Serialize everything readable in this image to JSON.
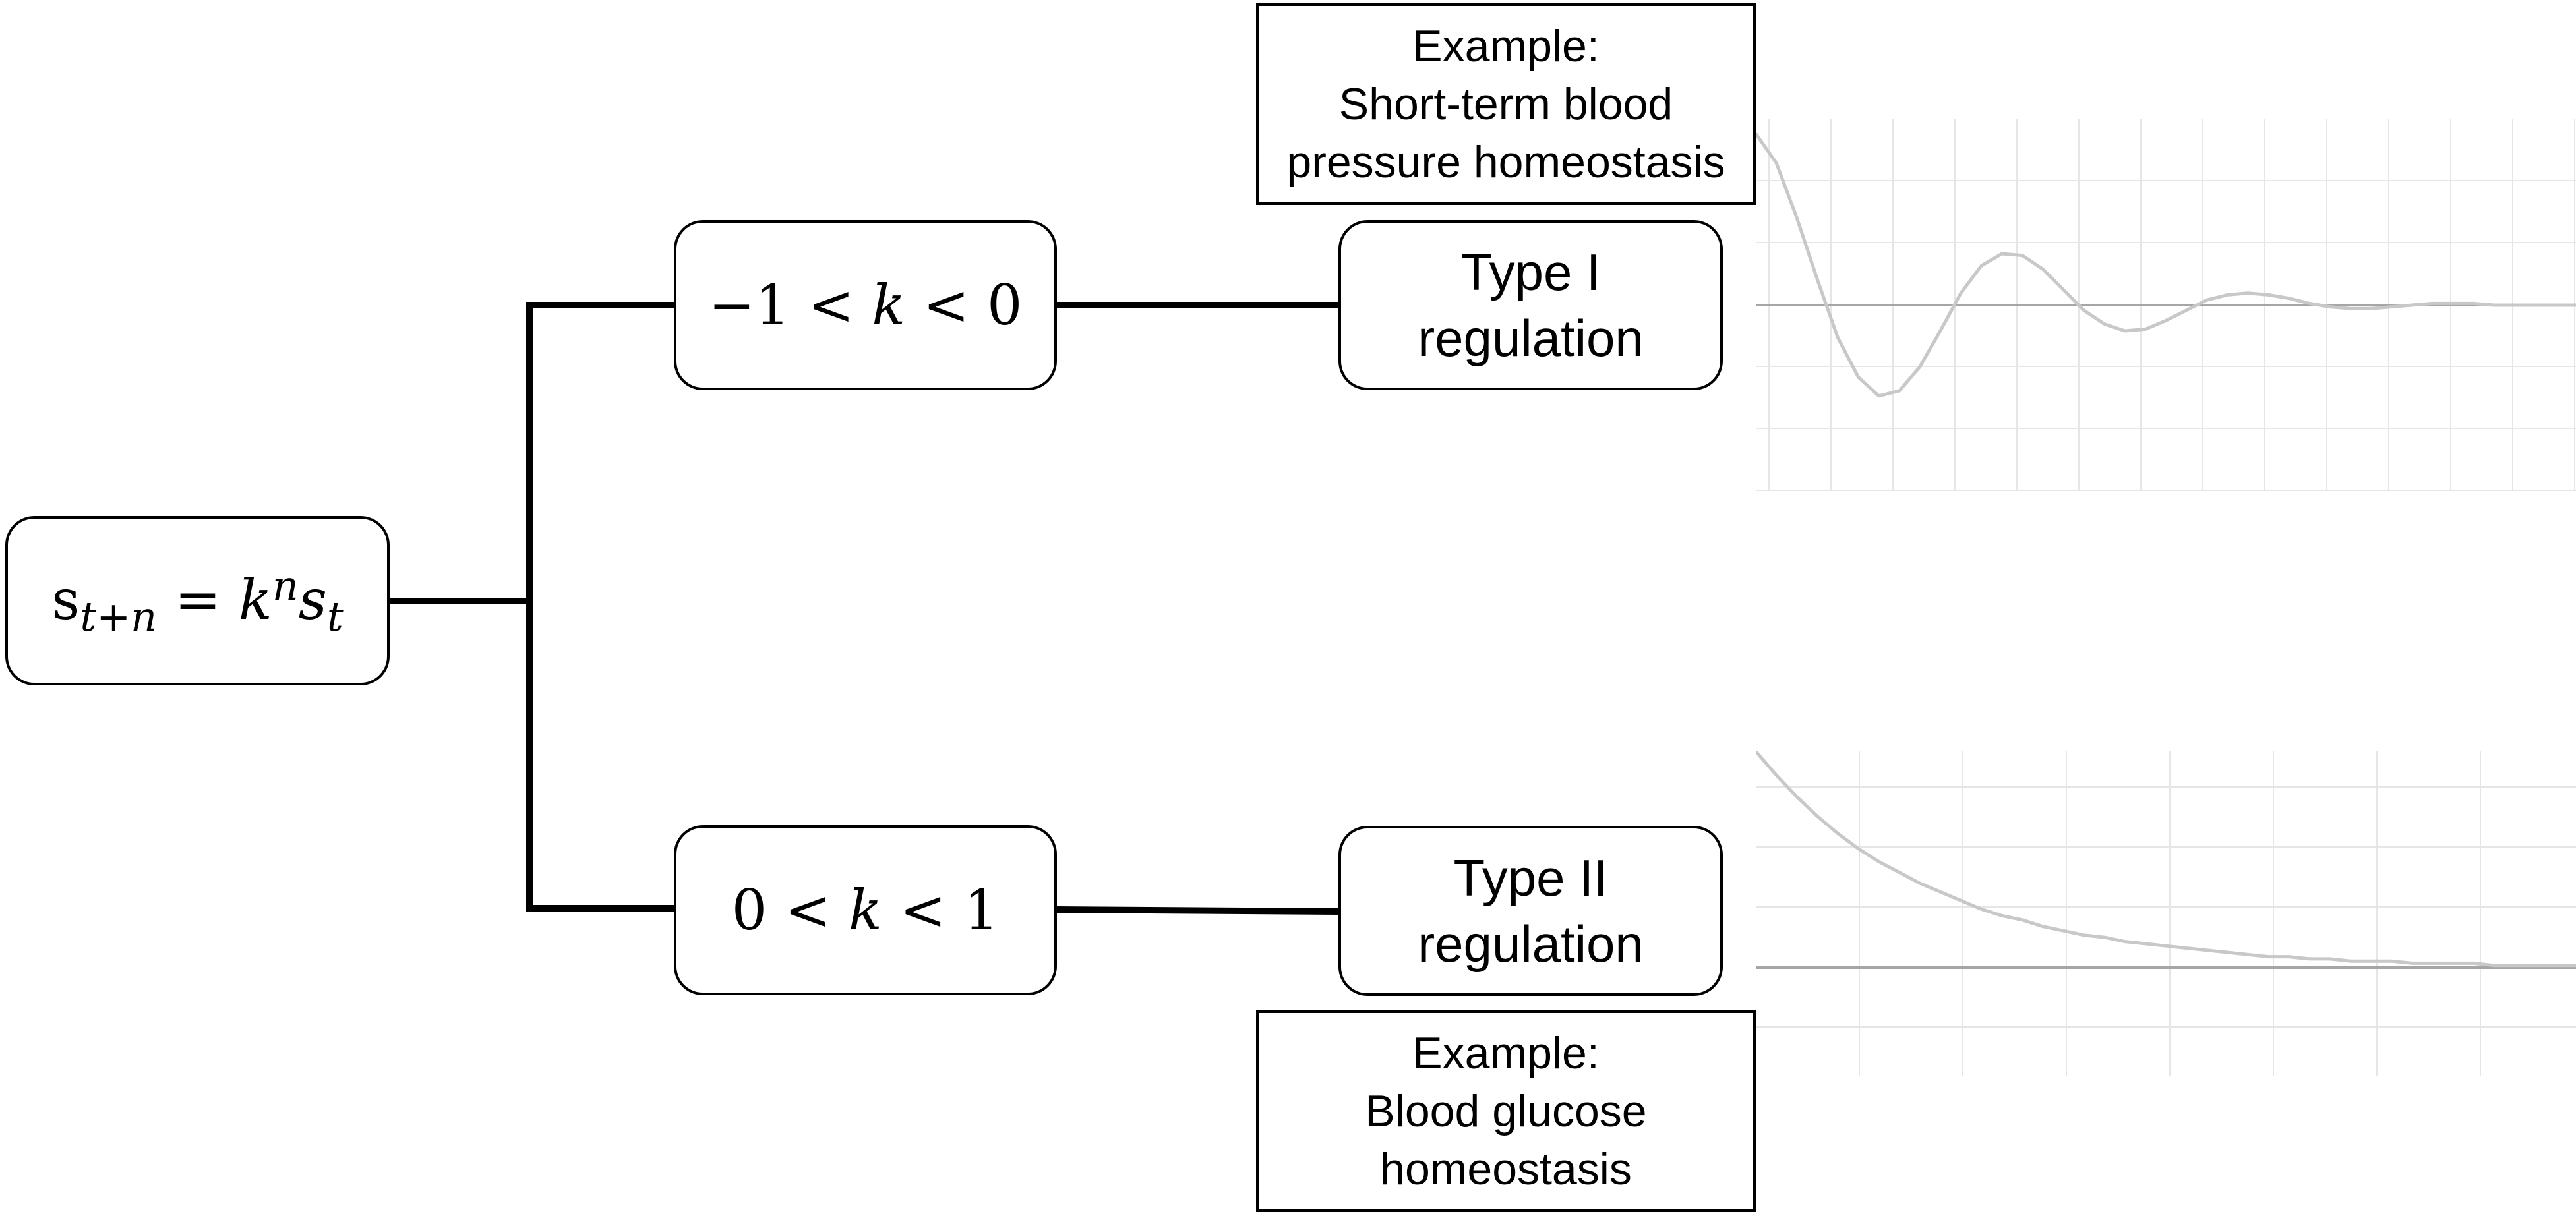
{
  "equation": {
    "base": "s",
    "sub": "t+n",
    "mid": "k",
    "sup": "n",
    "base2": "s",
    "sub2": "t"
  },
  "branches": [
    {
      "condition": {
        "left": "−1",
        "var": "k",
        "right": "0"
      },
      "type_label": [
        "Type I",
        "regulation"
      ],
      "example": [
        "Example:",
        "Short-term blood",
        "pressure homeostasis"
      ]
    },
    {
      "condition": {
        "left": "0",
        "var": "k",
        "right": "1"
      },
      "type_label": [
        "Type II",
        "regulation"
      ],
      "example": [
        "Example:",
        "Blood glucose",
        "homeostasis"
      ]
    }
  ],
  "colors": {
    "line": "#000000",
    "curve": "#c8c8c8",
    "grid": "#e6e6e6",
    "axis": "#a6a6a6"
  },
  "chart_data": [
    {
      "type": "line",
      "title": "",
      "xlabel": "",
      "ylabel": "",
      "grid": true,
      "curve": "damped-oscillation",
      "x": [
        0,
        1,
        2,
        3,
        4,
        5,
        6,
        7,
        8,
        9,
        10,
        11,
        12,
        13,
        14,
        15,
        16,
        17,
        18,
        19,
        20,
        21,
        22,
        23,
        24,
        25,
        26,
        27,
        28,
        29,
        30,
        31,
        32,
        33,
        34,
        35,
        36,
        37,
        38,
        39,
        40
      ],
      "y": [
        1.0,
        0.83,
        0.51,
        0.15,
        -0.19,
        -0.42,
        -0.53,
        -0.5,
        -0.36,
        -0.15,
        0.07,
        0.23,
        0.3,
        0.29,
        0.21,
        0.09,
        -0.03,
        -0.11,
        -0.15,
        -0.14,
        -0.09,
        -0.03,
        0.03,
        0.06,
        0.07,
        0.06,
        0.04,
        0.01,
        -0.01,
        -0.02,
        -0.02,
        -0.01,
        0.0,
        0.01,
        0.01,
        0.01,
        0.0,
        0.0,
        0.0,
        0.0,
        0.0
      ]
    },
    {
      "type": "line",
      "title": "",
      "xlabel": "",
      "ylabel": "",
      "grid": true,
      "curve": "exponential-decay",
      "x": [
        0,
        1,
        2,
        3,
        4,
        5,
        6,
        7,
        8,
        9,
        10,
        11,
        12,
        13,
        14,
        15,
        16,
        17,
        18,
        19,
        20,
        21,
        22,
        23,
        24,
        25,
        26,
        27,
        28,
        29,
        30,
        31,
        32,
        33,
        34,
        35,
        36,
        37,
        38,
        39,
        40
      ],
      "y": [
        1.0,
        0.89,
        0.79,
        0.7,
        0.62,
        0.55,
        0.49,
        0.44,
        0.39,
        0.35,
        0.31,
        0.27,
        0.24,
        0.22,
        0.19,
        0.17,
        0.15,
        0.14,
        0.12,
        0.11,
        0.1,
        0.09,
        0.08,
        0.07,
        0.06,
        0.05,
        0.05,
        0.04,
        0.04,
        0.03,
        0.03,
        0.03,
        0.02,
        0.02,
        0.02,
        0.02,
        0.01,
        0.01,
        0.01,
        0.01,
        0.01
      ]
    }
  ]
}
